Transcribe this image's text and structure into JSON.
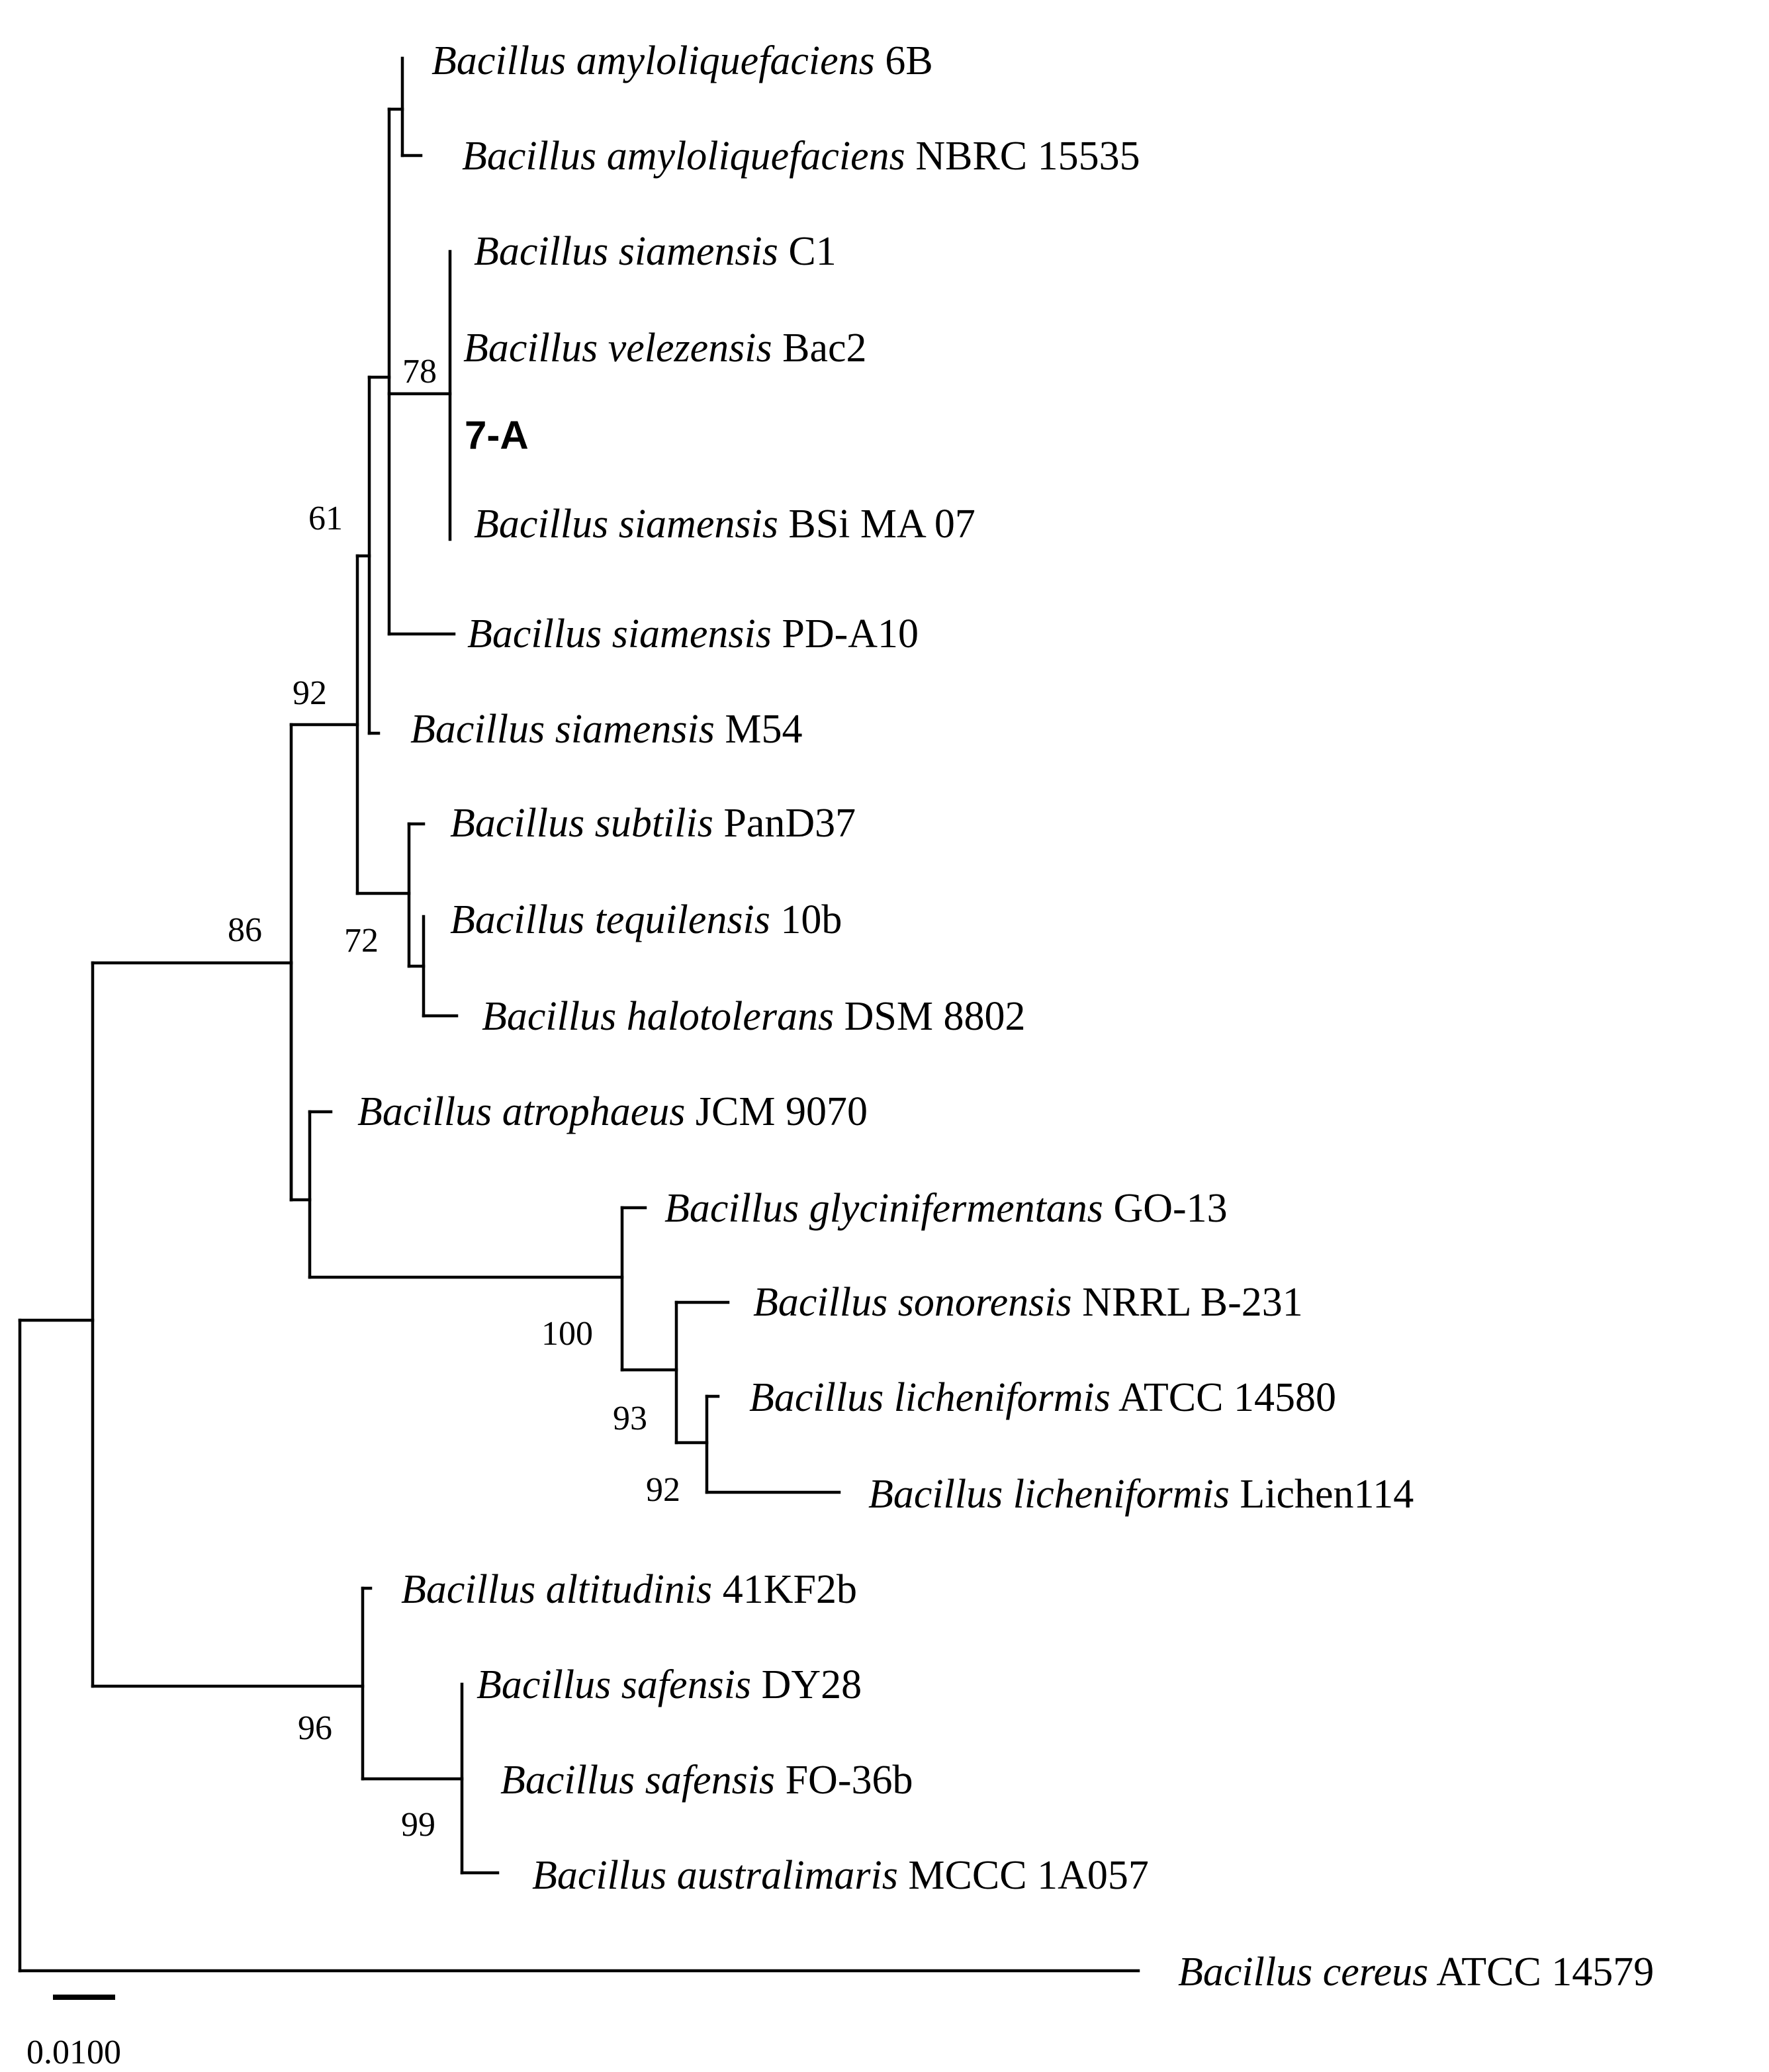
{
  "taxa": [
    {
      "id": "amy6b",
      "genus": "Bacillus",
      "species": "amyloliquefaciens",
      "strain": "6B",
      "bold": false
    },
    {
      "id": "amynbrc",
      "genus": "Bacillus",
      "species": "amyloliquefaciens",
      "strain": "NBRC 15535",
      "bold": false
    },
    {
      "id": "siac1",
      "genus": "Bacillus",
      "species": "siamensis",
      "strain": "C1",
      "bold": false
    },
    {
      "id": "velbac2",
      "genus": "Bacillus",
      "species": "velezensis",
      "strain": "Bac2",
      "bold": false
    },
    {
      "id": "sevenA",
      "genus": "",
      "species": "",
      "strain": "7-A",
      "bold": true
    },
    {
      "id": "siabsi",
      "genus": "Bacillus",
      "species": "siamensis",
      "strain": "BSi MA 07",
      "bold": false
    },
    {
      "id": "siapd",
      "genus": "Bacillus",
      "species": "siamensis",
      "strain": "PD-A10",
      "bold": false
    },
    {
      "id": "siam54",
      "genus": "Bacillus",
      "species": "siamensis",
      "strain": "M54",
      "bold": false
    },
    {
      "id": "subpan",
      "genus": "Bacillus",
      "species": "subtilis",
      "strain": "PanD37",
      "bold": false
    },
    {
      "id": "teq10b",
      "genus": "Bacillus",
      "species": "tequilensis",
      "strain": "10b",
      "bold": false
    },
    {
      "id": "haldsm",
      "genus": "Bacillus",
      "species": "halotolerans",
      "strain": "DSM 8802",
      "bold": false
    },
    {
      "id": "atrjcm",
      "genus": "Bacillus",
      "species": "atrophaeus",
      "strain": "JCM 9070",
      "bold": false
    },
    {
      "id": "glygo",
      "genus": "Bacillus",
      "species": "glycinifermentans",
      "strain": "GO-13",
      "bold": false
    },
    {
      "id": "sonnrrl",
      "genus": "Bacillus",
      "species": "sonorensis",
      "strain": "NRRL B-231",
      "bold": false
    },
    {
      "id": "licatcc",
      "genus": "Bacillus",
      "species": "licheniformis",
      "strain": "ATCC 14580",
      "bold": false
    },
    {
      "id": "liclic",
      "genus": "Bacillus",
      "species": "licheniformis",
      "strain": "Lichen114",
      "bold": false
    },
    {
      "id": "alt41",
      "genus": "Bacillus",
      "species": "altitudinis",
      "strain": "41KF2b",
      "bold": false
    },
    {
      "id": "safdy",
      "genus": "Bacillus",
      "species": "safensis",
      "strain": "DY28",
      "bold": false
    },
    {
      "id": "saffo",
      "genus": "Bacillus",
      "species": "safensis",
      "strain": "FO-36b",
      "bold": false
    },
    {
      "id": "ausmccc",
      "genus": "Bacillus",
      "species": "australimaris",
      "strain": "MCCC 1A057",
      "bold": false
    },
    {
      "id": "cerepatcc",
      "genus": "Bacillus",
      "species": "cereus",
      "strain": "ATCC 14579",
      "bold": false
    }
  ],
  "bootstrap": [
    {
      "id": "b78",
      "value": "78"
    },
    {
      "id": "b61",
      "value": "61"
    },
    {
      "id": "b92a",
      "value": "92"
    },
    {
      "id": "b72",
      "value": "72"
    },
    {
      "id": "b86",
      "value": "86"
    },
    {
      "id": "b100",
      "value": "100"
    },
    {
      "id": "b93",
      "value": "93"
    },
    {
      "id": "b92b",
      "value": "92"
    },
    {
      "id": "b96",
      "value": "96"
    },
    {
      "id": "b99",
      "value": "99"
    }
  ],
  "scale_bar": {
    "label": "0.0100",
    "length": 0.01
  }
}
